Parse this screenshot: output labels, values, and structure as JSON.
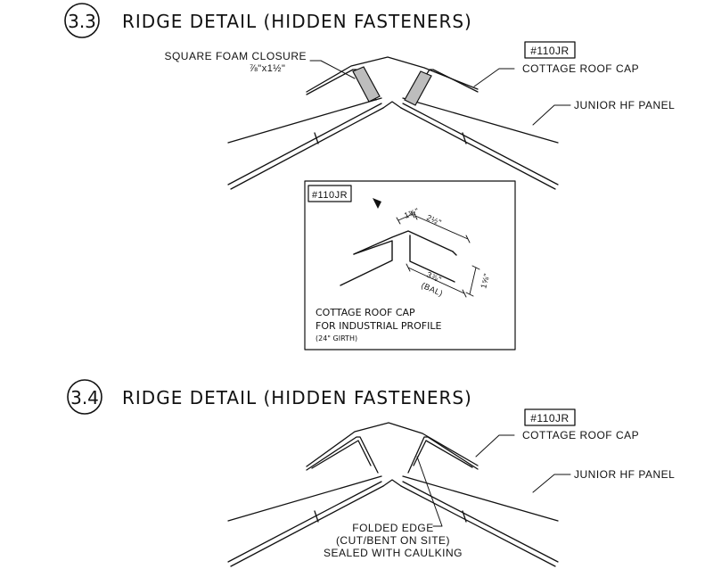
{
  "detail_3_3": {
    "number": "3.3",
    "title": "RIDGE DETAIL (HIDDEN FASTENERS)",
    "foam_closure_label": "SQUARE FOAM CLOSURE",
    "foam_closure_size": "⅞\"x1½\"",
    "part_tag": "#110JR",
    "cap_label": "COTTAGE ROOF CAP",
    "panel_label": "JUNIOR HF PANEL"
  },
  "inset": {
    "part_tag": "#110JR",
    "dim_a": "1½\"",
    "dim_b": "2½\"",
    "dim_c": "3⅞\"",
    "dim_c_note": "(BAL)",
    "dim_d": "1⅝\"",
    "caption_line1": "COTTAGE ROOF CAP",
    "caption_line2": "FOR INDUSTRIAL PROFILE",
    "caption_line3": "(24\" GIRTH)"
  },
  "detail_3_4": {
    "number": "3.4",
    "title": "RIDGE DETAIL (HIDDEN FASTENERS)",
    "part_tag": "#110JR",
    "cap_label": "COTTAGE ROOF CAP",
    "panel_label": "JUNIOR HF PANEL",
    "folded_edge_line1": "FOLDED EDGE",
    "folded_edge_line2": "(CUT/BENT ON SITE)",
    "folded_edge_line3": "SEALED WITH CAULKING"
  }
}
